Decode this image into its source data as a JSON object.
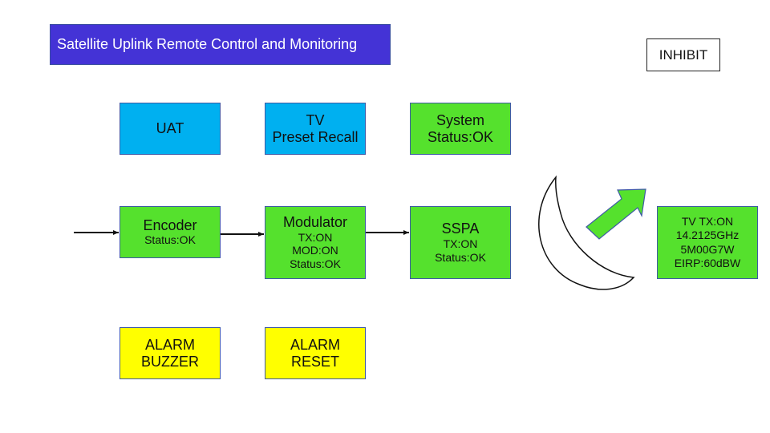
{
  "header": {
    "title": "Satellite Uplink Remote Control and Monitoring",
    "inhibit_label": "INHIBIT"
  },
  "top_row": {
    "uat": {
      "label": "UAT"
    },
    "tv_preset": {
      "line1": "TV",
      "line2": "Preset Recall"
    },
    "system_status": {
      "line1": "System",
      "line2": "Status:OK"
    }
  },
  "chain": {
    "encoder": {
      "title": "Encoder",
      "status": "Status:OK"
    },
    "modulator": {
      "title": "Modulator",
      "tx": "TX:ON",
      "mod": "MOD:ON",
      "status": "Status:OK"
    },
    "sspa": {
      "title": "SSPA",
      "tx": "TX:ON",
      "status": "Status:OK"
    }
  },
  "carrier_info": {
    "tx": "TV TX:ON",
    "frequency": "14.2125GHz",
    "emission": "5M00G7W",
    "eirp": "EIRP:60dBW"
  },
  "alarms": {
    "buzzer": {
      "line1": "ALARM",
      "line2": "BUZZER"
    },
    "reset": {
      "line1": "ALARM",
      "line2": "RESET"
    }
  },
  "colors": {
    "title_bg": "#4433d6",
    "button_blue": "#00b0f0",
    "status_green": "#55e12d",
    "alarm_yellow": "#ffff00"
  }
}
